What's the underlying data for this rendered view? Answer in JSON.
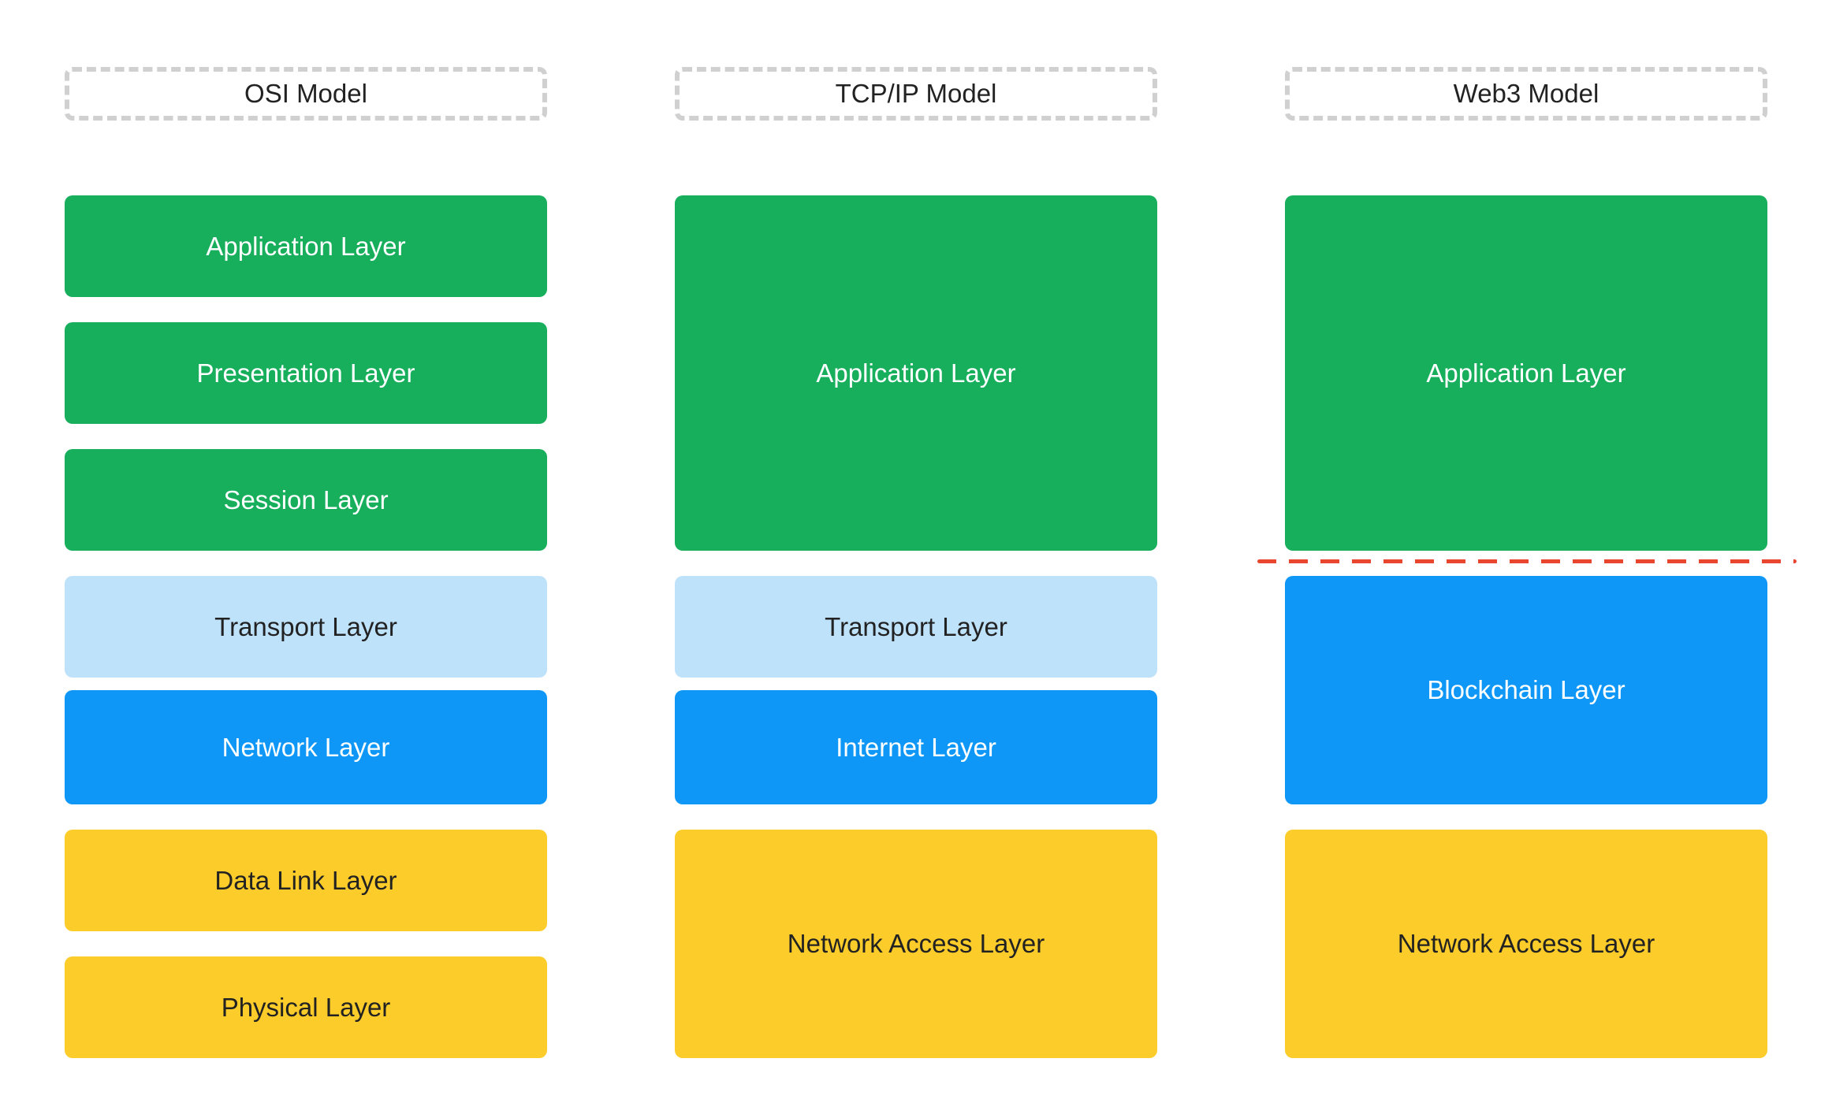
{
  "colors": {
    "application": "#17ae5c",
    "transport": "#bfe2fb",
    "network": "#0e97f7",
    "link": "#fccd2a",
    "divider": "#e8462e",
    "text_light": "#ffffff",
    "text_dark": "#222222",
    "header_border": "#d0d0d0"
  },
  "columns": [
    {
      "title": "OSI Model",
      "layers": [
        {
          "label": "Application Layer",
          "kind": "application"
        },
        {
          "label": "Presentation Layer",
          "kind": "application"
        },
        {
          "label": "Session Layer",
          "kind": "application"
        },
        {
          "label": "Transport Layer",
          "kind": "transport"
        },
        {
          "label": "Network Layer",
          "kind": "network"
        },
        {
          "label": "Data Link Layer",
          "kind": "link"
        },
        {
          "label": "Physical Layer",
          "kind": "link"
        }
      ]
    },
    {
      "title": "TCP/IP Model",
      "layers": [
        {
          "label": "Application Layer",
          "kind": "application"
        },
        {
          "label": "Transport Layer",
          "kind": "transport"
        },
        {
          "label": "Internet Layer",
          "kind": "network"
        },
        {
          "label": "Network Access Layer",
          "kind": "link"
        }
      ]
    },
    {
      "title": "Web3 Model",
      "layers": [
        {
          "label": "Application Layer",
          "kind": "application"
        },
        {
          "label": "Blockchain Layer",
          "kind": "network"
        },
        {
          "label": "Network Access Layer",
          "kind": "link"
        }
      ]
    }
  ]
}
